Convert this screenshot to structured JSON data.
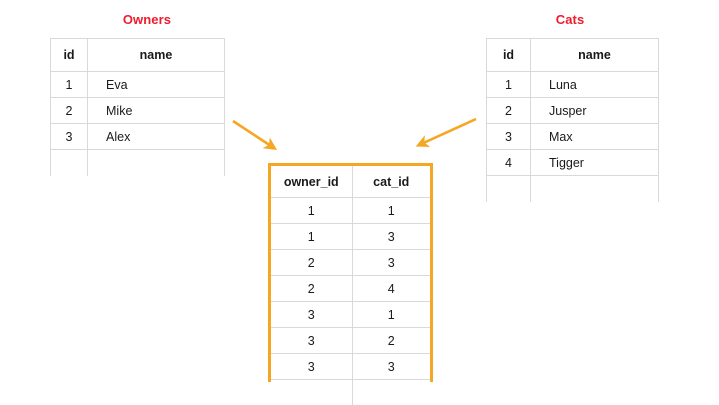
{
  "diagram": {
    "type": "entity-relationship",
    "relationship": "many-to-many",
    "accent_colors": {
      "title_red": "#ee1c2d",
      "junction_orange": "#f5a623",
      "arrow_orange": "#f5a623",
      "grid_line": "#d9d9db",
      "text": "#1a1a1a",
      "background": "#ffffff"
    }
  },
  "owners_table": {
    "title": "Owners",
    "columns": [
      "id",
      "name"
    ],
    "rows": [
      {
        "id": "1",
        "name": "Eva"
      },
      {
        "id": "2",
        "name": "Mike"
      },
      {
        "id": "3",
        "name": "Alex"
      }
    ],
    "has_trailing_blank_row": true
  },
  "cats_table": {
    "title": "Cats",
    "columns": [
      "id",
      "name"
    ],
    "rows": [
      {
        "id": "1",
        "name": "Luna"
      },
      {
        "id": "2",
        "name": "Jusper"
      },
      {
        "id": "3",
        "name": "Max"
      },
      {
        "id": "4",
        "name": "Tigger"
      }
    ],
    "has_trailing_blank_row": true
  },
  "junction_table": {
    "title": "",
    "columns": [
      "owner_id",
      "cat_id"
    ],
    "rows": [
      {
        "owner_id": "1",
        "cat_id": "1"
      },
      {
        "owner_id": "1",
        "cat_id": "3"
      },
      {
        "owner_id": "2",
        "cat_id": "3"
      },
      {
        "owner_id": "2",
        "cat_id": "4"
      },
      {
        "owner_id": "3",
        "cat_id": "1"
      },
      {
        "owner_id": "3",
        "cat_id": "2"
      },
      {
        "owner_id": "3",
        "cat_id": "3"
      }
    ],
    "has_trailing_blank_row": true
  },
  "arrows": [
    {
      "name": "owners-to-junction",
      "direction": "down-right",
      "from": "Owners",
      "to": "junction"
    },
    {
      "name": "cats-to-junction",
      "direction": "down-left",
      "from": "Cats",
      "to": "junction"
    }
  ]
}
